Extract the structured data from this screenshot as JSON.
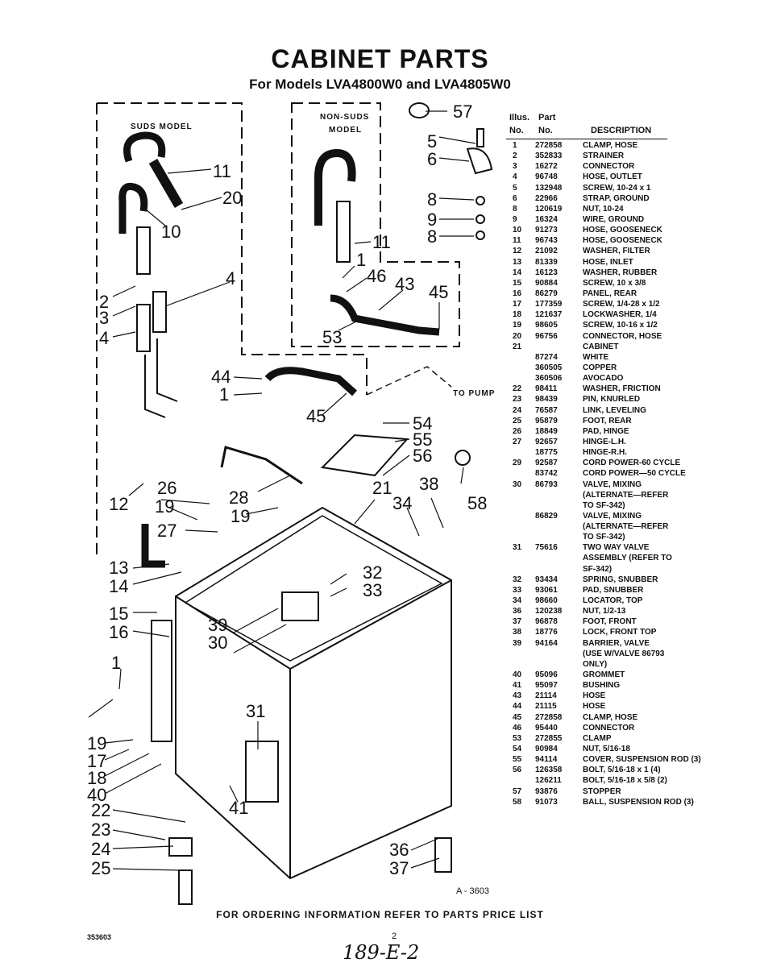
{
  "title": "CABINET PARTS",
  "subtitle": "For Models LVA4800W0 and LVA4805W0",
  "box_labels": {
    "suds": "SUDS MODEL",
    "non_suds_line1": "NON-SUDS",
    "non_suds_line2": "MODEL",
    "to_pump": "TO PUMP"
  },
  "callouts": [
    "57",
    "5",
    "6",
    "11",
    "20",
    "10",
    "8",
    "9",
    "8",
    "2",
    "3",
    "4",
    "4",
    "11",
    "1",
    "46",
    "43",
    "45",
    "53",
    "44",
    "1",
    "45",
    "54",
    "55",
    "56",
    "58",
    "12",
    "26",
    "19",
    "28",
    "19",
    "21",
    "34",
    "38",
    "27",
    "13",
    "14",
    "32",
    "33",
    "15",
    "16",
    "39",
    "30",
    "1",
    "31",
    "19",
    "17",
    "18",
    "40",
    "22",
    "41",
    "23",
    "24",
    "25",
    "36",
    "37"
  ],
  "table_header": {
    "illus_line1": "Illus.",
    "part_line1": "Part",
    "illus_line2": "No.",
    "part_line2": "No.",
    "description": "DESCRIPTION"
  },
  "parts": [
    {
      "no": "1",
      "part": "272858",
      "desc": "CLAMP, HOSE"
    },
    {
      "no": "2",
      "part": "352833",
      "desc": "STRAINER"
    },
    {
      "no": "3",
      "part": "16272",
      "desc": "CONNECTOR"
    },
    {
      "no": "4",
      "part": "96748",
      "desc": "HOSE, OUTLET"
    },
    {
      "no": "5",
      "part": "132948",
      "desc": "SCREW, 10-24 x 1"
    },
    {
      "no": "6",
      "part": "22966",
      "desc": "STRAP, GROUND"
    },
    {
      "no": "8",
      "part": "120619",
      "desc": "NUT, 10-24"
    },
    {
      "no": "9",
      "part": "16324",
      "desc": "WIRE, GROUND"
    },
    {
      "no": "10",
      "part": "91273",
      "desc": "HOSE, GOOSENECK"
    },
    {
      "no": "11",
      "part": "96743",
      "desc": "HOSE, GOOSENECK"
    },
    {
      "no": "12",
      "part": "21092",
      "desc": "WASHER, FILTER"
    },
    {
      "no": "13",
      "part": "81339",
      "desc": "HOSE, INLET"
    },
    {
      "no": "14",
      "part": "16123",
      "desc": "WASHER, RUBBER"
    },
    {
      "no": "15",
      "part": "90884",
      "desc": "SCREW, 10 x 3/8"
    },
    {
      "no": "16",
      "part": "86279",
      "desc": "PANEL, REAR"
    },
    {
      "no": "17",
      "part": "177359",
      "desc": "SCREW, 1/4-28 x 1/2"
    },
    {
      "no": "18",
      "part": "121637",
      "desc": "LOCKWASHER, 1/4"
    },
    {
      "no": "19",
      "part": "98605",
      "desc": "SCREW, 10-16 x 1/2"
    },
    {
      "no": "20",
      "part": "96756",
      "desc": "CONNECTOR, HOSE"
    },
    {
      "no": "21",
      "part": "",
      "desc": "CABINET"
    },
    {
      "no": "",
      "part": "87274",
      "desc": "WHITE"
    },
    {
      "no": "",
      "part": "360505",
      "desc": "COPPER"
    },
    {
      "no": "",
      "part": "360506",
      "desc": "AVOCADO"
    },
    {
      "no": "22",
      "part": "98411",
      "desc": "WASHER, FRICTION"
    },
    {
      "no": "23",
      "part": "98439",
      "desc": "PIN, KNURLED"
    },
    {
      "no": "24",
      "part": "76587",
      "desc": "LINK, LEVELING"
    },
    {
      "no": "25",
      "part": "95879",
      "desc": "FOOT, REAR"
    },
    {
      "no": "26",
      "part": "18849",
      "desc": "PAD, HINGE"
    },
    {
      "no": "27",
      "part": "92657",
      "desc": "HINGE-L.H."
    },
    {
      "no": "",
      "part": "18775",
      "desc": "HINGE-R.H."
    },
    {
      "no": "29",
      "part": "92587",
      "desc": "CORD POWER-60 CYCLE"
    },
    {
      "no": "",
      "part": "83742",
      "desc": "CORD POWER—50 CYCLE"
    },
    {
      "no": "30",
      "part": "86793",
      "desc": "VALVE, MIXING"
    },
    {
      "no": "",
      "part": "",
      "desc": "(ALTERNATE—REFER"
    },
    {
      "no": "",
      "part": "",
      "desc": "TO SF-342)"
    },
    {
      "no": "",
      "part": "86829",
      "desc": "VALVE, MIXING"
    },
    {
      "no": "",
      "part": "",
      "desc": "(ALTERNATE—REFER"
    },
    {
      "no": "",
      "part": "",
      "desc": "TO SF-342)"
    },
    {
      "no": "31",
      "part": "75616",
      "desc": "TWO WAY VALVE"
    },
    {
      "no": "",
      "part": "",
      "desc": "ASSEMBLY (REFER TO"
    },
    {
      "no": "",
      "part": "",
      "desc": "SF-342)"
    },
    {
      "no": "32",
      "part": "93434",
      "desc": "SPRING, SNUBBER"
    },
    {
      "no": "33",
      "part": "93061",
      "desc": "PAD, SNUBBER"
    },
    {
      "no": "34",
      "part": "98660",
      "desc": "LOCATOR, TOP"
    },
    {
      "no": "36",
      "part": "120238",
      "desc": "NUT, 1/2-13"
    },
    {
      "no": "37",
      "part": "96878",
      "desc": "FOOT, FRONT"
    },
    {
      "no": "38",
      "part": "18776",
      "desc": "LOCK, FRONT TOP"
    },
    {
      "no": "39",
      "part": "94164",
      "desc": "BARRIER, VALVE"
    },
    {
      "no": "",
      "part": "",
      "desc": "(USE W/VALVE 86793"
    },
    {
      "no": "",
      "part": "",
      "desc": "ONLY)"
    },
    {
      "no": "40",
      "part": "95096",
      "desc": "GROMMET"
    },
    {
      "no": "41",
      "part": "95097",
      "desc": "BUSHING"
    },
    {
      "no": "43",
      "part": "21114",
      "desc": "HOSE"
    },
    {
      "no": "44",
      "part": "21115",
      "desc": "HOSE"
    },
    {
      "no": "45",
      "part": "272858",
      "desc": "CLAMP, HOSE"
    },
    {
      "no": "46",
      "part": "95440",
      "desc": "CONNECTOR"
    },
    {
      "no": "53",
      "part": "272855",
      "desc": "CLAMP"
    },
    {
      "no": "54",
      "part": "90984",
      "desc": "NUT, 5/16-18"
    },
    {
      "no": "55",
      "part": "94114",
      "desc": "COVER, SUSPENSION ROD (3)"
    },
    {
      "no": "56",
      "part": "126358",
      "desc": "BOLT, 5/16-18 x 1 (4)"
    },
    {
      "no": "",
      "part": "126211",
      "desc": "BOLT, 5/16-18 x 5/8 (2)"
    },
    {
      "no": "57",
      "part": "93876",
      "desc": "STOPPER"
    },
    {
      "no": "58",
      "part": "91073",
      "desc": "BALL, SUSPENSION ROD (3)"
    }
  ],
  "drawing_number": "A - 3603",
  "footer": "FOR ORDERING INFORMATION REFER TO PARTS PRICE LIST",
  "doc_number": "353603",
  "page_number": "2",
  "handwritten": "189-E-2"
}
